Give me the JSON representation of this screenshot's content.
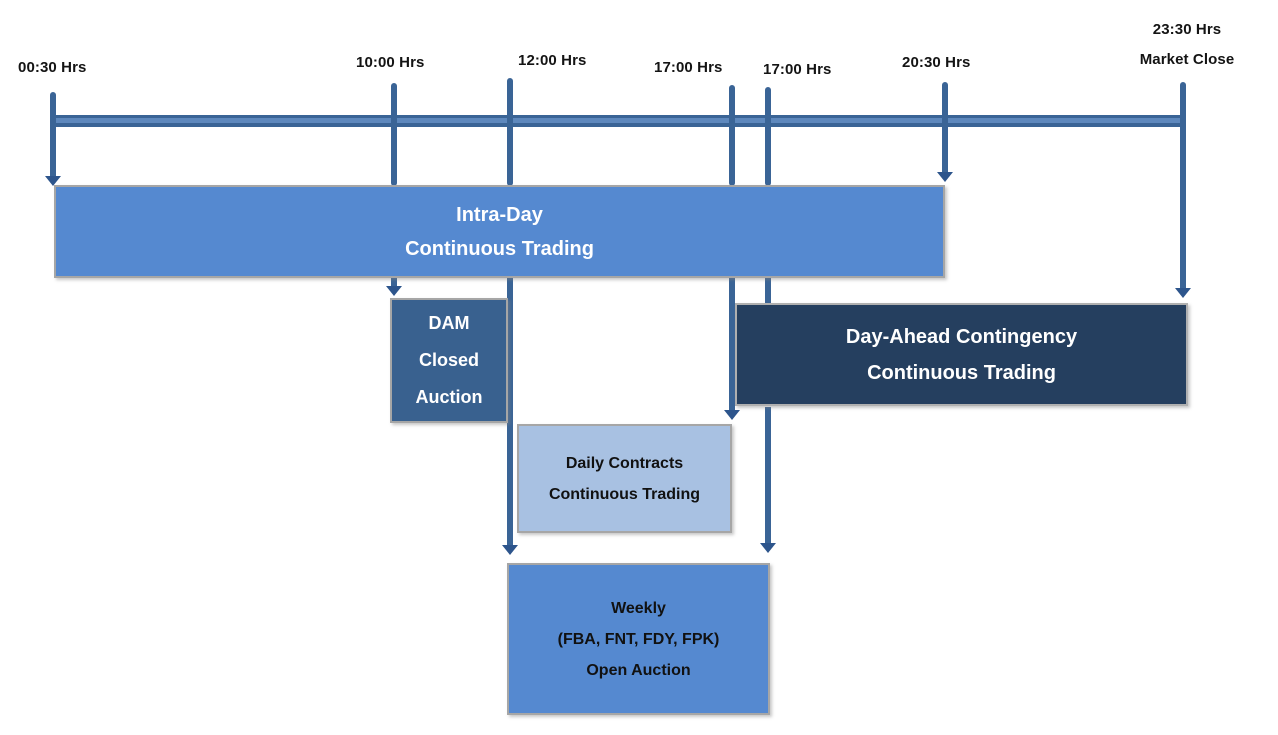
{
  "colors": {
    "background": "#FFFFFF",
    "connector_line": "#3A6496",
    "arrowhead": "#2D558C",
    "axis_inner": "#5E88BD",
    "box_border_gray": "#A6A6A6",
    "intra_day_fill": "#5589D0",
    "dam_fill": "#39618F",
    "day_ahead_fill": "#253F5F",
    "daily_fill": "#A8C1E2",
    "weekly_fill": "#5589D0",
    "label_text": "#141414",
    "box_text_light": "#FFFFFF",
    "box_text_dark": "#111111"
  },
  "time_markers": [
    {
      "label": "00:30 Hrs"
    },
    {
      "label": "10:00 Hrs"
    },
    {
      "label": "12:00 Hrs"
    },
    {
      "label": "17:00 Hrs"
    },
    {
      "label": "17:00 Hrs"
    },
    {
      "label": "20:30 Hrs"
    },
    {
      "label": "23:30 Hrs",
      "label2": "Market Close"
    }
  ],
  "boxes": {
    "intra_day": {
      "lines": [
        "Intra-Day",
        "Continuous Trading"
      ]
    },
    "dam": {
      "lines": [
        "DAM",
        "Closed",
        "Auction"
      ]
    },
    "day_ahead": {
      "lines": [
        "Day-Ahead Contingency",
        "Continuous Trading"
      ]
    },
    "daily": {
      "lines": [
        "Daily Contracts",
        "Continuous Trading"
      ]
    },
    "weekly": {
      "lines": [
        "Weekly",
        "(FBA, FNT, FDY, FPK)",
        "Open Auction"
      ]
    }
  }
}
